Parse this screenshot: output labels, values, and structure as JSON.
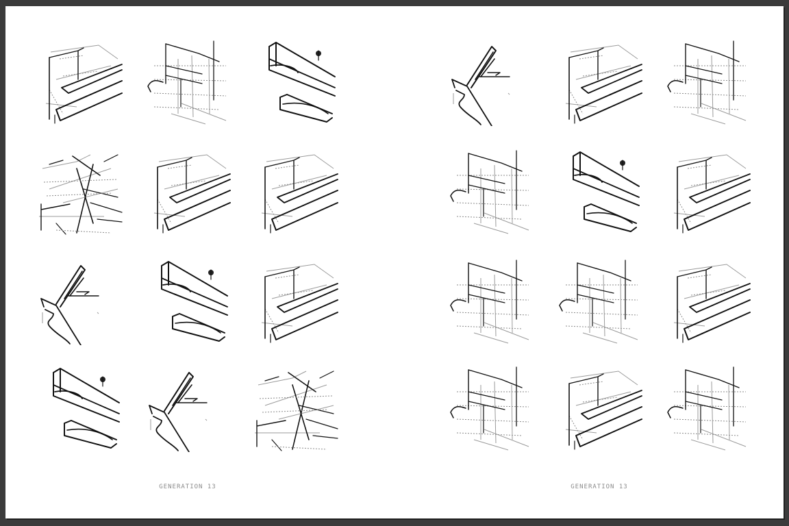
{
  "pages": [
    {
      "caption": "GENERATION 13",
      "thumbnails": [
        "box",
        "grid",
        "ledge",
        "scribble",
        "box",
        "box",
        "spike",
        "ledge",
        "box",
        "ledge",
        "spike",
        "scribble"
      ]
    },
    {
      "caption": "GENERATION 13",
      "thumbnails": [
        "spike",
        "box",
        "grid",
        "grid",
        "ledge",
        "box",
        "grid",
        "grid",
        "box",
        "grid",
        "box",
        "grid"
      ]
    }
  ]
}
